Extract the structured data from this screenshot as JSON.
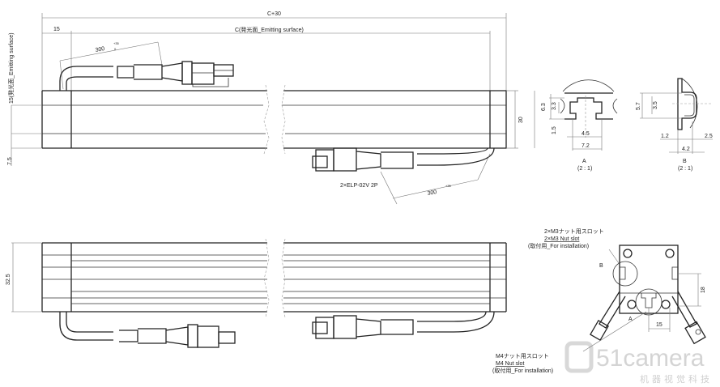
{
  "top_view": {
    "dim_total": "C+30",
    "dim_emitting": "C(発光面_Emitting surface)",
    "dim_offset": "15",
    "dim_cable_length": "300",
    "dim_cable_tol_upper": "+35",
    "dim_cable_tol_lower": "0",
    "dim_left_emitting": "15(発光面_Emitting surface)",
    "dim_left_bottom": "7.5",
    "dim_height": "30",
    "connector_label": "2×ELP-02V 2P"
  },
  "side_view": {
    "dim_height": "32.5"
  },
  "detail_a": {
    "dims": [
      "6.3",
      "3.3",
      "1.5",
      "4.5",
      "7.2"
    ],
    "label": "A",
    "scale": "(2 : 1)"
  },
  "detail_b": {
    "dims": [
      "5.7",
      "3.5",
      "1.2",
      "2.5",
      "4.2"
    ],
    "label": "B",
    "scale": "(2 : 1)"
  },
  "end_view": {
    "m3_line1": "2×M3ナット用スロット",
    "m3_line2": "2×M3 Nut slot",
    "m3_line3": "(取付用_For installation)",
    "label_b": "B",
    "label_a": "A",
    "dim_18": "18",
    "dim_15": "15",
    "m4_line1": "M4ナット用スロット",
    "m4_line2": "M4 Nut slot",
    "m4_line3": "(取付用_For installation)"
  },
  "watermark": {
    "brand": "51camera",
    "sub": "机器视觉科技"
  }
}
